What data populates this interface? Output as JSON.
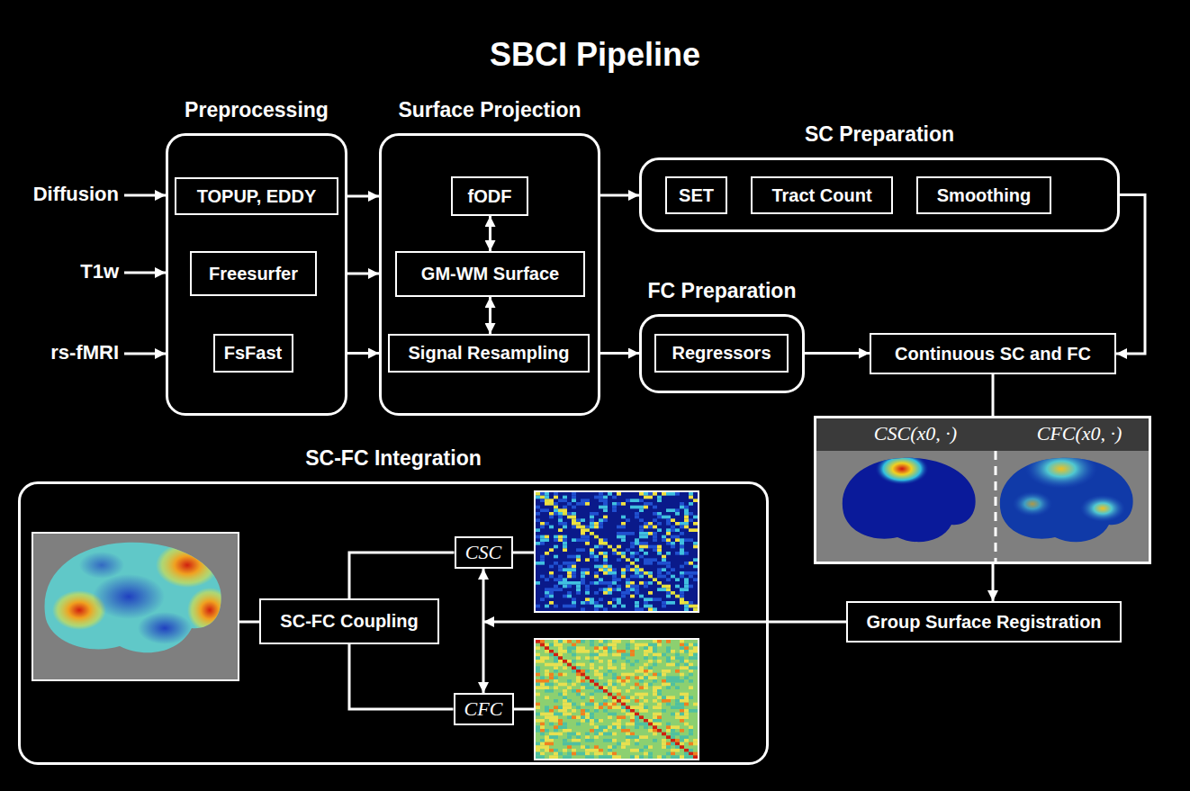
{
  "diagram": {
    "title": "SBCI Pipeline",
    "nodes": [
      {
        "text": [
          "Preprocessing"
        ]
      },
      {
        "text": [
          "TOPUP, EDDY"
        ],
        "in": 0
      },
      {
        "text": [
          "Freesurfer"
        ],
        "in": 0
      },
      {
        "text": [
          "FsFast"
        ],
        "in": 0
      },
      {
        "text": [
          "Surface Projection"
        ]
      },
      {
        "text": [
          "fODF"
        ],
        "in": 4
      },
      {
        "text": [
          "GM-WM Surface"
        ],
        "in": 4
      },
      {
        "text": [
          "Signal Resampling"
        ],
        "in": 4
      },
      {
        "text": [
          "SC Preparation"
        ]
      },
      {
        "text": [
          "SET"
        ],
        "in": 8
      },
      {
        "text": [
          "Tract Count"
        ],
        "in": 8
      },
      {
        "text": [
          "Smoothing"
        ],
        "in": 8
      },
      {
        "text": [
          "FC Preparation"
        ]
      },
      {
        "text": [
          "Regressors"
        ],
        "in": 12
      },
      {
        "text": [
          "Continuous SC and FC"
        ]
      },
      {
        "text": [
          "CSC(x0, ·)",
          "CFC(x0, ·)"
        ]
      },
      {
        "text": [
          "Group Surface Registration"
        ]
      },
      {
        "text": [
          "SC-FC Integration"
        ]
      },
      {
        "text": [
          "SC-FC Coupling"
        ],
        "in": 17
      },
      {
        "text": [
          "CSC"
        ],
        "in": 17
      },
      {
        "text": [
          "CFC"
        ],
        "in": 17
      }
    ],
    "edges": [
      {
        "from": 0,
        "to": 4,
        "arrow": "to"
      },
      {
        "from": 0,
        "to": 4,
        "arrow": "to"
      },
      {
        "from": 0,
        "to": 4,
        "arrow": "to"
      },
      {
        "from": 5,
        "to": 6,
        "arrow": "both"
      },
      {
        "from": 6,
        "to": 7,
        "arrow": "both"
      },
      {
        "from": 4,
        "to": 8,
        "arrow": "to"
      },
      {
        "from": 4,
        "to": 12,
        "arrow": "to"
      },
      {
        "from": 12,
        "to": 14,
        "arrow": "to"
      },
      {
        "from": 8,
        "to": 14,
        "arrow": "to"
      },
      {
        "from": 14,
        "to": 16,
        "arrow": "to"
      },
      {
        "from": 16,
        "to": 17,
        "arrow": "to"
      },
      {
        "from": 19,
        "to": 20,
        "arrow": "both"
      },
      {
        "from": 18,
        "to": 19,
        "arrow": "none"
      },
      {
        "from": 18,
        "to": 20,
        "arrow": "none"
      }
    ],
    "labels": [
      "Diffusion",
      "T1w",
      "rs-fMRI"
    ]
  }
}
